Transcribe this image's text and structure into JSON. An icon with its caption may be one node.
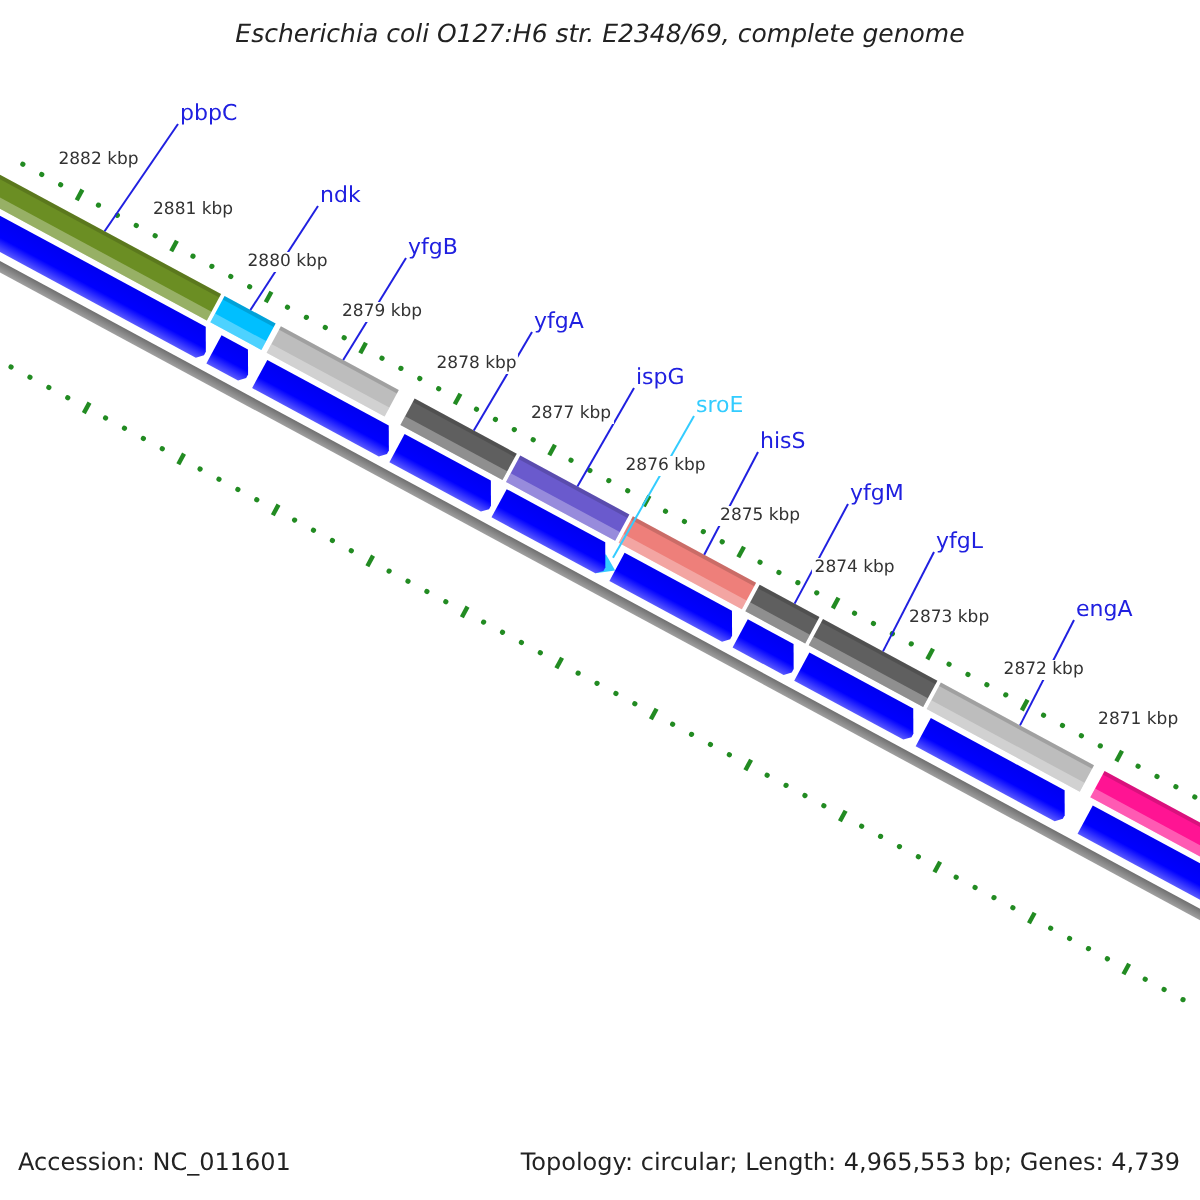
{
  "diagram": {
    "title": "Escherichia coli O127:H6 str. E2348/69, complete genome",
    "nodes": [
      {
        "text": [
          "pbpC"
        ]
      },
      {
        "text": [
          "ndk"
        ]
      },
      {
        "text": [
          "yfgB"
        ]
      },
      {
        "text": [
          "yfgA"
        ]
      },
      {
        "text": [
          "ispG"
        ]
      },
      {
        "text": [
          "sroE"
        ]
      },
      {
        "text": [
          "hisS"
        ]
      },
      {
        "text": [
          "yfgM"
        ]
      },
      {
        "text": [
          "yfgL"
        ]
      },
      {
        "text": [
          "engA"
        ]
      },
      {
        "text": [],
        "shape": "bar"
      },
      {
        "text": [],
        "shape": "bar"
      },
      {
        "text": [],
        "shape": "bar"
      },
      {
        "text": [],
        "shape": "bar"
      },
      {
        "text": [],
        "shape": "bar"
      },
      {
        "text": [],
        "shape": "triangle"
      },
      {
        "text": [],
        "shape": "bar"
      },
      {
        "text": [],
        "shape": "bar"
      },
      {
        "text": [],
        "shape": "bar"
      },
      {
        "text": [],
        "shape": "bar"
      },
      {
        "text": [],
        "shape": "bar"
      },
      {
        "text": [],
        "shape": "arrow"
      },
      {
        "text": [],
        "shape": "arrow"
      },
      {
        "text": [],
        "shape": "arrow"
      },
      {
        "text": [],
        "shape": "arrow"
      },
      {
        "text": [],
        "shape": "arrow"
      },
      {
        "text": [],
        "shape": "arrow"
      },
      {
        "text": [],
        "shape": "arrow"
      },
      {
        "text": [],
        "shape": "arrow"
      },
      {
        "text": [],
        "shape": "arrow"
      },
      {
        "text": [],
        "shape": "arrow"
      }
    ],
    "edges": [
      {
        "from": 0,
        "to": 10,
        "arrow": "none"
      },
      {
        "from": 1,
        "to": 11,
        "arrow": "none"
      },
      {
        "from": 2,
        "to": 12,
        "arrow": "none"
      },
      {
        "from": 3,
        "to": 13,
        "arrow": "none"
      },
      {
        "from": 4,
        "to": 14,
        "arrow": "none"
      },
      {
        "from": 5,
        "to": 15,
        "arrow": "none",
        "color": "#33ccff"
      },
      {
        "from": 6,
        "to": 16,
        "arrow": "none"
      },
      {
        "from": 7,
        "to": 17,
        "arrow": "none"
      },
      {
        "from": 8,
        "to": 18,
        "arrow": "none"
      },
      {
        "from": 9,
        "to": 19,
        "arrow": "none"
      }
    ],
    "labels": [
      "2882 kbp",
      "2881 kbp",
      "2880 kbp",
      "2879 kbp",
      "2878 kbp",
      "2877 kbp",
      "2876 kbp",
      "2875 kbp",
      "2874 kbp",
      "2873 kbp",
      "2872 kbp",
      "2871 kbp",
      "Accession: NC_011601",
      "Topology: circular; Length: 4,965,553 bp; Genes: 4,739"
    ]
  }
}
